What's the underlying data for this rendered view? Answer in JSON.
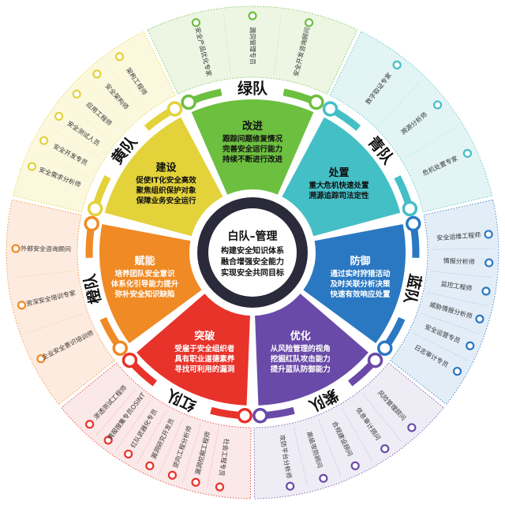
{
  "center": {
    "title": "白队–管理",
    "lines": [
      "构建安全知识体系",
      "融合增强安全能力",
      "实现安全共同目标"
    ],
    "ring_color": "#2b2a3a"
  },
  "teams": [
    {
      "name": "绿队",
      "color": "#6cbf3f",
      "light": "#ecf6e3",
      "text_color": "#111111",
      "wedge": {
        "title": "改进",
        "lines": [
          "跟踪问题修复情况",
          "完善安全运行能力",
          "持续不断进行改进"
        ]
      },
      "roles": [
        "安全产品优化专家",
        "漏洞管理专员",
        "安全开发咨询顾问"
      ]
    },
    {
      "name": "青队",
      "color": "#45bfc6",
      "light": "#e3f4f5",
      "text_color": "#111111",
      "wedge": {
        "title": "处置",
        "lines": [
          "重大危机快速处置",
          "溯源追踪司法定性"
        ]
      },
      "roles": [
        "数字取证专家",
        "溯源分析师",
        "危机处置专家"
      ]
    },
    {
      "name": "蓝队",
      "color": "#2a78c2",
      "light": "#e3edf7",
      "text_color": "#ffffff",
      "wedge": {
        "title": "防御",
        "lines": [
          "通过实时狩猎活动",
          "及时关联分析决策",
          "快速有效响应处置"
        ]
      },
      "roles": [
        "安全运维工程师",
        "情报分析师",
        "监控工程师",
        "威胁情报分析师",
        "安全运营专员",
        "日志审计专员"
      ]
    },
    {
      "name": "紫队",
      "color": "#6a4aa8",
      "light": "#eeecf5",
      "text_color": "#ffffff",
      "wedge": {
        "title": "优化",
        "lines": [
          "从风险管理的视角",
          "挖掘红队攻击能力",
          "提升蓝队防御能力"
        ]
      },
      "roles": [
        "风险管理顾问",
        "信息审计顾问",
        "合规建设顾问",
        "高级攻防顾问",
        "攻防平台分析师"
      ]
    },
    {
      "name": "红队",
      "color": "#e8332a",
      "light": "#fbe8e8",
      "text_color": "#ffffff",
      "wedge": {
        "title": "突破",
        "lines": [
          "受雇于安全组织者",
          "具有职业道德素养",
          "寻找可利用的漏洞"
        ]
      },
      "roles": [
        "社会工程专员",
        "漏洞挖掘工程师",
        "逆向工程分析师",
        "漏洞研究开发员",
        "红队武器化专员",
        "情报搜集专员OSINT",
        "渗透测试工程师"
      ]
    },
    {
      "name": "橙队",
      "color": "#f08a24",
      "light": "#fdebdf",
      "text_color": "#ffffff",
      "wedge": {
        "title": "赋能",
        "lines": [
          "培养团队安全意识",
          "体系化引导能力提升",
          "弥补安全知识缺陷"
        ]
      },
      "roles": [
        "企业安全意识培训师",
        "资深安全培训专家",
        "外部安全咨询顾问"
      ]
    },
    {
      "name": "黄队",
      "color": "#e3d23a",
      "light": "#fbf8de",
      "text_color": "#111111",
      "wedge": {
        "title": "建设",
        "lines": [
          "促使IT化安全高效",
          "聚焦组织保护对象",
          "保障业务安全运行"
        ]
      },
      "roles": [
        "安全需求分析师",
        "安全开发专员",
        "安全测试人员",
        "应用工程师",
        "安全架构师",
        "架构工程师"
      ]
    }
  ]
}
